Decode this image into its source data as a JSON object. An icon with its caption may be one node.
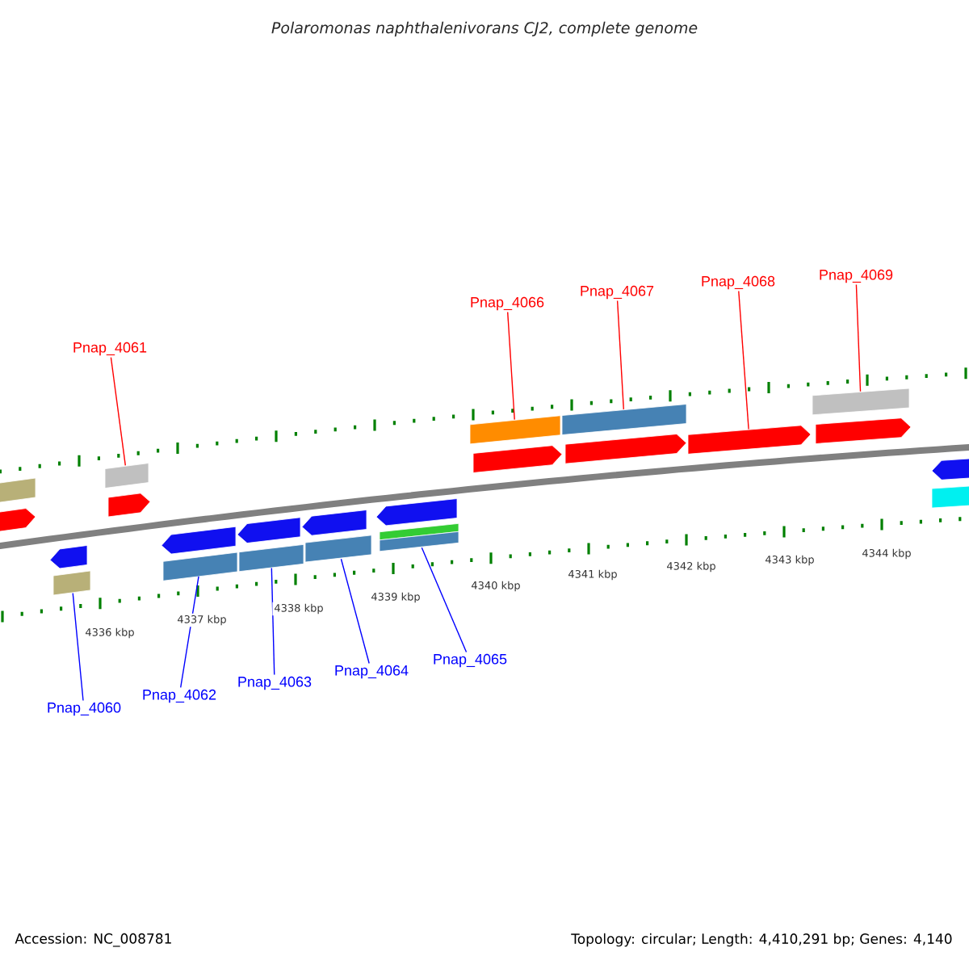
{
  "diagram": {
    "title": "Polaromonas naphthalenivorans CJ2, complete genome",
    "nodes": [
      {
        "text": [
          "Pnap_4061"
        ]
      },
      {
        "text": [
          "Pnap_4066"
        ]
      },
      {
        "text": [
          "Pnap_4067"
        ]
      },
      {
        "text": [
          "Pnap_4068"
        ]
      },
      {
        "text": [
          "Pnap_4069"
        ]
      },
      {
        "text": [
          "Pnap_4060"
        ]
      },
      {
        "text": [
          "Pnap_4062"
        ]
      },
      {
        "text": [
          "Pnap_4063"
        ]
      },
      {
        "text": [
          "Pnap_4064"
        ]
      },
      {
        "text": [
          "Pnap_4065"
        ]
      },
      {
        "text": [],
        "shape": "box"
      },
      {
        "text": [],
        "shape": "pentagon"
      },
      {
        "text": [],
        "shape": "pentagon"
      },
      {
        "text": [],
        "shape": "box"
      },
      {
        "text": [],
        "shape": "box"
      },
      {
        "text": [],
        "shape": "pentagon"
      },
      {
        "text": [],
        "shape": "pentagon"
      },
      {
        "text": [],
        "shape": "box"
      },
      {
        "text": [],
        "shape": "pentagon"
      },
      {
        "text": [],
        "shape": "box"
      },
      {
        "text": [],
        "shape": "pentagon"
      },
      {
        "text": [],
        "shape": "box"
      },
      {
        "text": [],
        "shape": "pentagon"
      },
      {
        "text": [],
        "shape": "box"
      },
      {
        "text": [],
        "shape": "box"
      },
      {
        "text": [],
        "shape": "box"
      },
      {
        "text": [],
        "shape": "pentagon"
      },
      {
        "text": [],
        "shape": "box"
      },
      {
        "text": [],
        "shape": "pentagon"
      },
      {
        "text": [],
        "shape": "pentagon"
      },
      {
        "text": [],
        "shape": "box"
      },
      {
        "text": [],
        "shape": "pentagon"
      },
      {
        "text": [],
        "shape": "pentagon"
      },
      {
        "text": [],
        "shape": "box"
      }
    ],
    "edges": [
      {
        "from": 0,
        "to": 14,
        "arrow": "none",
        "color": "#ff0000"
      },
      {
        "from": 1,
        "to": 25,
        "arrow": "none",
        "color": "#ff0000"
      },
      {
        "from": 2,
        "to": 27,
        "arrow": "none",
        "color": "#ff0000"
      },
      {
        "from": 3,
        "to": 29,
        "arrow": "none",
        "color": "#ff0000"
      },
      {
        "from": 4,
        "to": 30,
        "arrow": "none",
        "color": "#ff0000"
      },
      {
        "from": 5,
        "to": 13,
        "arrow": "none",
        "color": "#0000ff"
      },
      {
        "from": 6,
        "to": 17,
        "arrow": "none",
        "color": "#0000ff"
      },
      {
        "from": 7,
        "to": 19,
        "arrow": "none",
        "color": "#0000ff"
      },
      {
        "from": 8,
        "to": 21,
        "arrow": "none",
        "color": "#0000ff"
      },
      {
        "from": 9,
        "to": 24,
        "arrow": "none",
        "color": "#0000ff"
      }
    ],
    "labels": [
      "4336 kbp",
      "4337 kbp",
      "4338 kbp",
      "4339 kbp",
      "4340 kbp",
      "4341 kbp",
      "4342 kbp",
      "4343 kbp",
      "4344 kbp",
      "Accession: NC_008781",
      "Topology: circular; Length: 4,410,291 bp; Genes: 4,140"
    ]
  }
}
